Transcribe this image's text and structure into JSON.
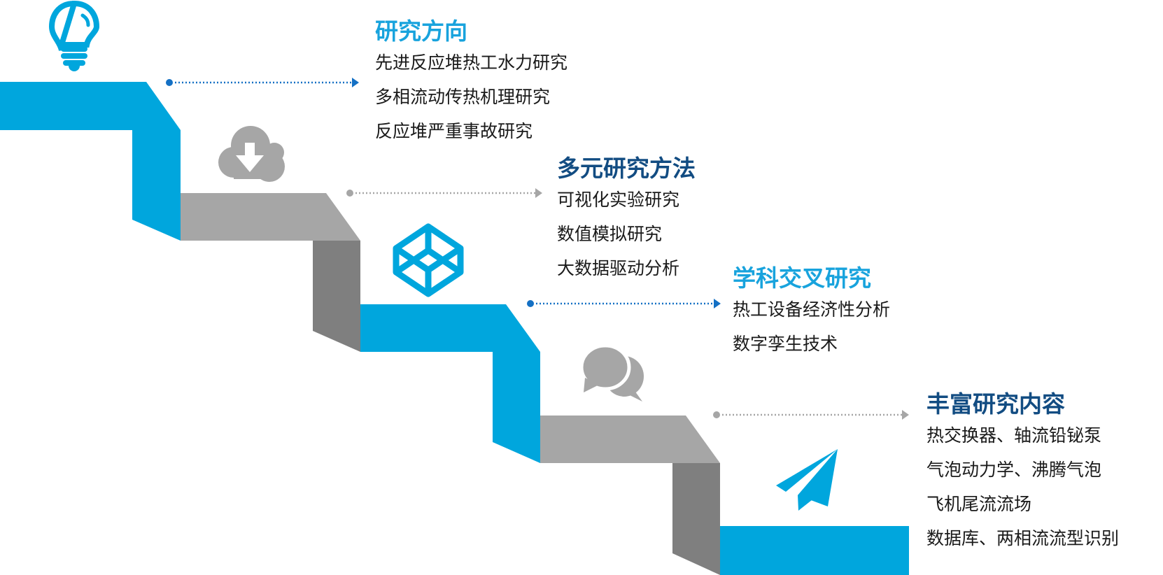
{
  "colors": {
    "blue": "#00A6DD",
    "gray": "#A6A6A6",
    "dark_gray": "#7F7F7F",
    "title_light": "#18A3DD",
    "title_dark": "#124C82",
    "arrow_blue": "#1470C4",
    "arrow_gray": "#A6A6A6"
  },
  "sections": [
    {
      "title": "研究方向",
      "icon": "lightbulb-icon",
      "items": [
        "先进反应堆热工水力研究",
        "多相流动传热机理研究",
        "反应堆严重事故研究"
      ]
    },
    {
      "title": "多元研究方法",
      "icon": "cloud-download-icon",
      "items": [
        "可视化实验研究",
        "数值模拟研究",
        "大数据驱动分析"
      ]
    },
    {
      "title": "学科交叉研究",
      "icon": "codepen-cube-icon",
      "items": [
        "热工设备经济性分析",
        "数字孪生技术"
      ]
    },
    {
      "title": "丰富研究内容",
      "icon": "chat-bubbles-icon",
      "items": [
        "热交换器、轴流铅铋泵",
        "气泡动力学、沸腾气泡",
        "飞机尾流流场",
        "数据库、两相流流型识别"
      ]
    }
  ],
  "final_icon": "paper-plane-icon"
}
